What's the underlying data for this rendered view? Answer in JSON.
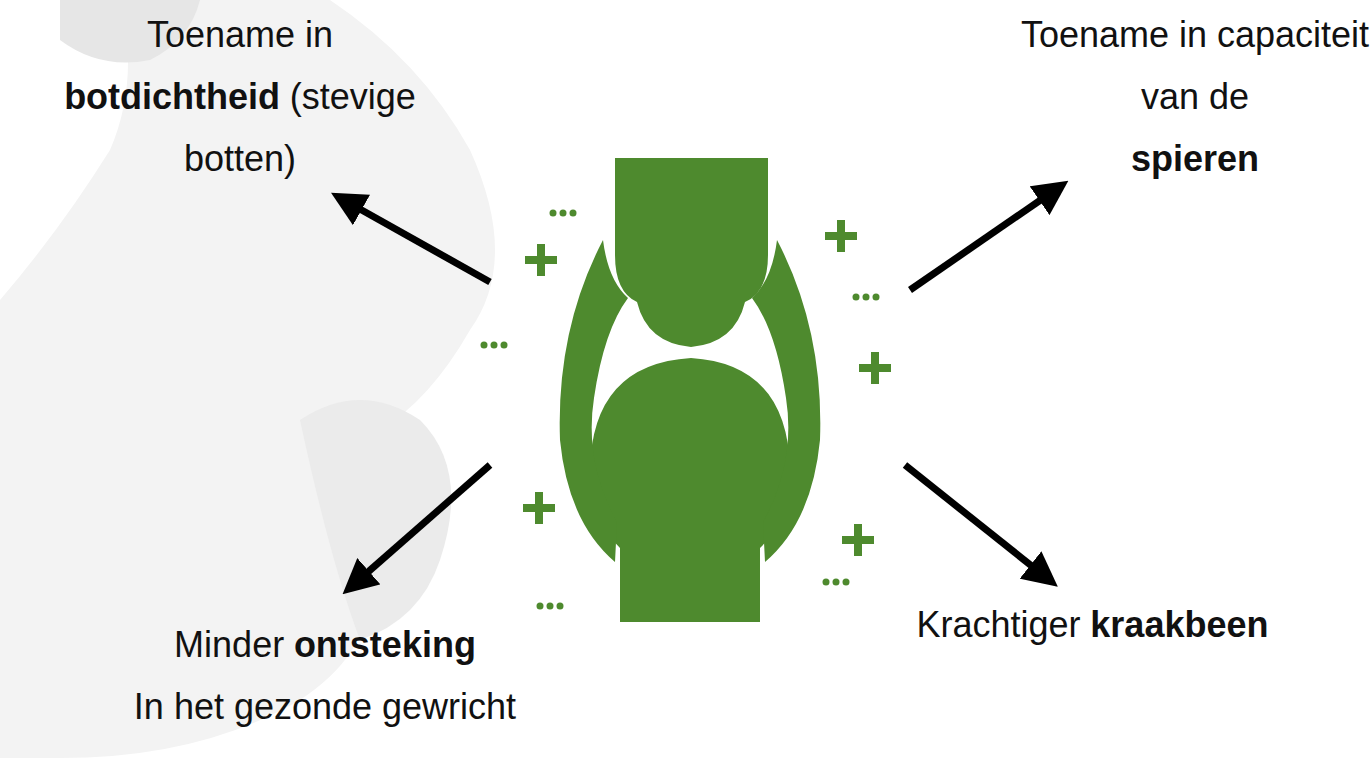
{
  "diagram": {
    "labels": [
      "Toename in",
      "botdichtheid",
      "(stevige botten)",
      "Toename in capaciteit van de",
      "spieren",
      "Minder",
      "ontsteking",
      "In het gezonde gewricht",
      "Krachtiger",
      "kraakbeen"
    ]
  }
}
